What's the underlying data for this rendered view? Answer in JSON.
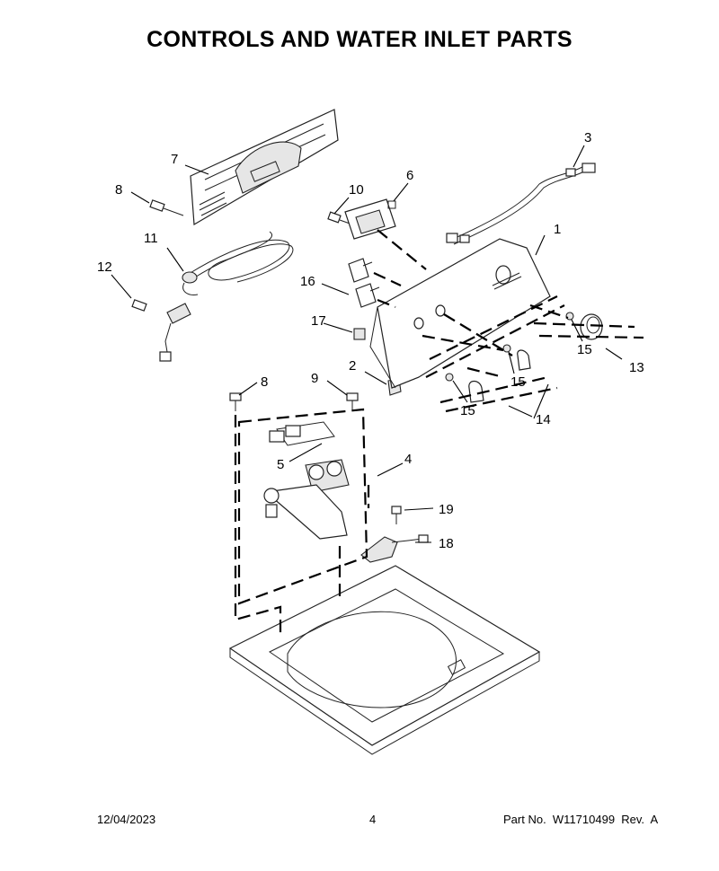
{
  "header": {
    "title": "CONTROLS AND WATER INLET PARTS"
  },
  "callouts": [
    {
      "id": "c1",
      "label": "1"
    },
    {
      "id": "c2",
      "label": "2"
    },
    {
      "id": "c3",
      "label": "3"
    },
    {
      "id": "c4",
      "label": "4"
    },
    {
      "id": "c5",
      "label": "5"
    },
    {
      "id": "c6",
      "label": "6"
    },
    {
      "id": "c7",
      "label": "7"
    },
    {
      "id": "c8a",
      "label": "8"
    },
    {
      "id": "c8b",
      "label": "8"
    },
    {
      "id": "c9",
      "label": "9"
    },
    {
      "id": "c10",
      "label": "10"
    },
    {
      "id": "c11",
      "label": "11"
    },
    {
      "id": "c12",
      "label": "12"
    },
    {
      "id": "c13",
      "label": "13"
    },
    {
      "id": "c14",
      "label": "14"
    },
    {
      "id": "c15a",
      "label": "15"
    },
    {
      "id": "c15b",
      "label": "15"
    },
    {
      "id": "c15c",
      "label": "15"
    },
    {
      "id": "c16",
      "label": "16"
    },
    {
      "id": "c17",
      "label": "17"
    },
    {
      "id": "c18",
      "label": "18"
    },
    {
      "id": "c19",
      "label": "19"
    }
  ],
  "footer": {
    "date": "12/04/2023",
    "page": "4",
    "part_no": "Part No.  W11710499  Rev.  A"
  }
}
